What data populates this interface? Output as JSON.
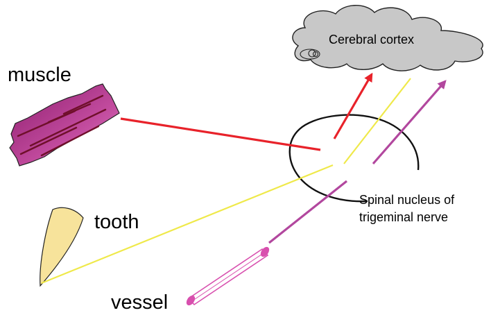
{
  "labels": {
    "cortex": "Cerebral cortex",
    "muscle": "muscle",
    "tooth": "tooth",
    "vessel": "vessel",
    "nucleus_line1": "Spinal nucleus of",
    "nucleus_line2": "trigeminal nerve"
  },
  "colors": {
    "red_pathway": "#e8222a",
    "yellow_pathway": "#efe94a",
    "magenta_pathway": "#b2479e",
    "vessel_pink": "#d84fae",
    "muscle_fill": "#b83c92",
    "tooth_fill": "#f7e39b",
    "cortex_fill": "#c8c8c8"
  }
}
